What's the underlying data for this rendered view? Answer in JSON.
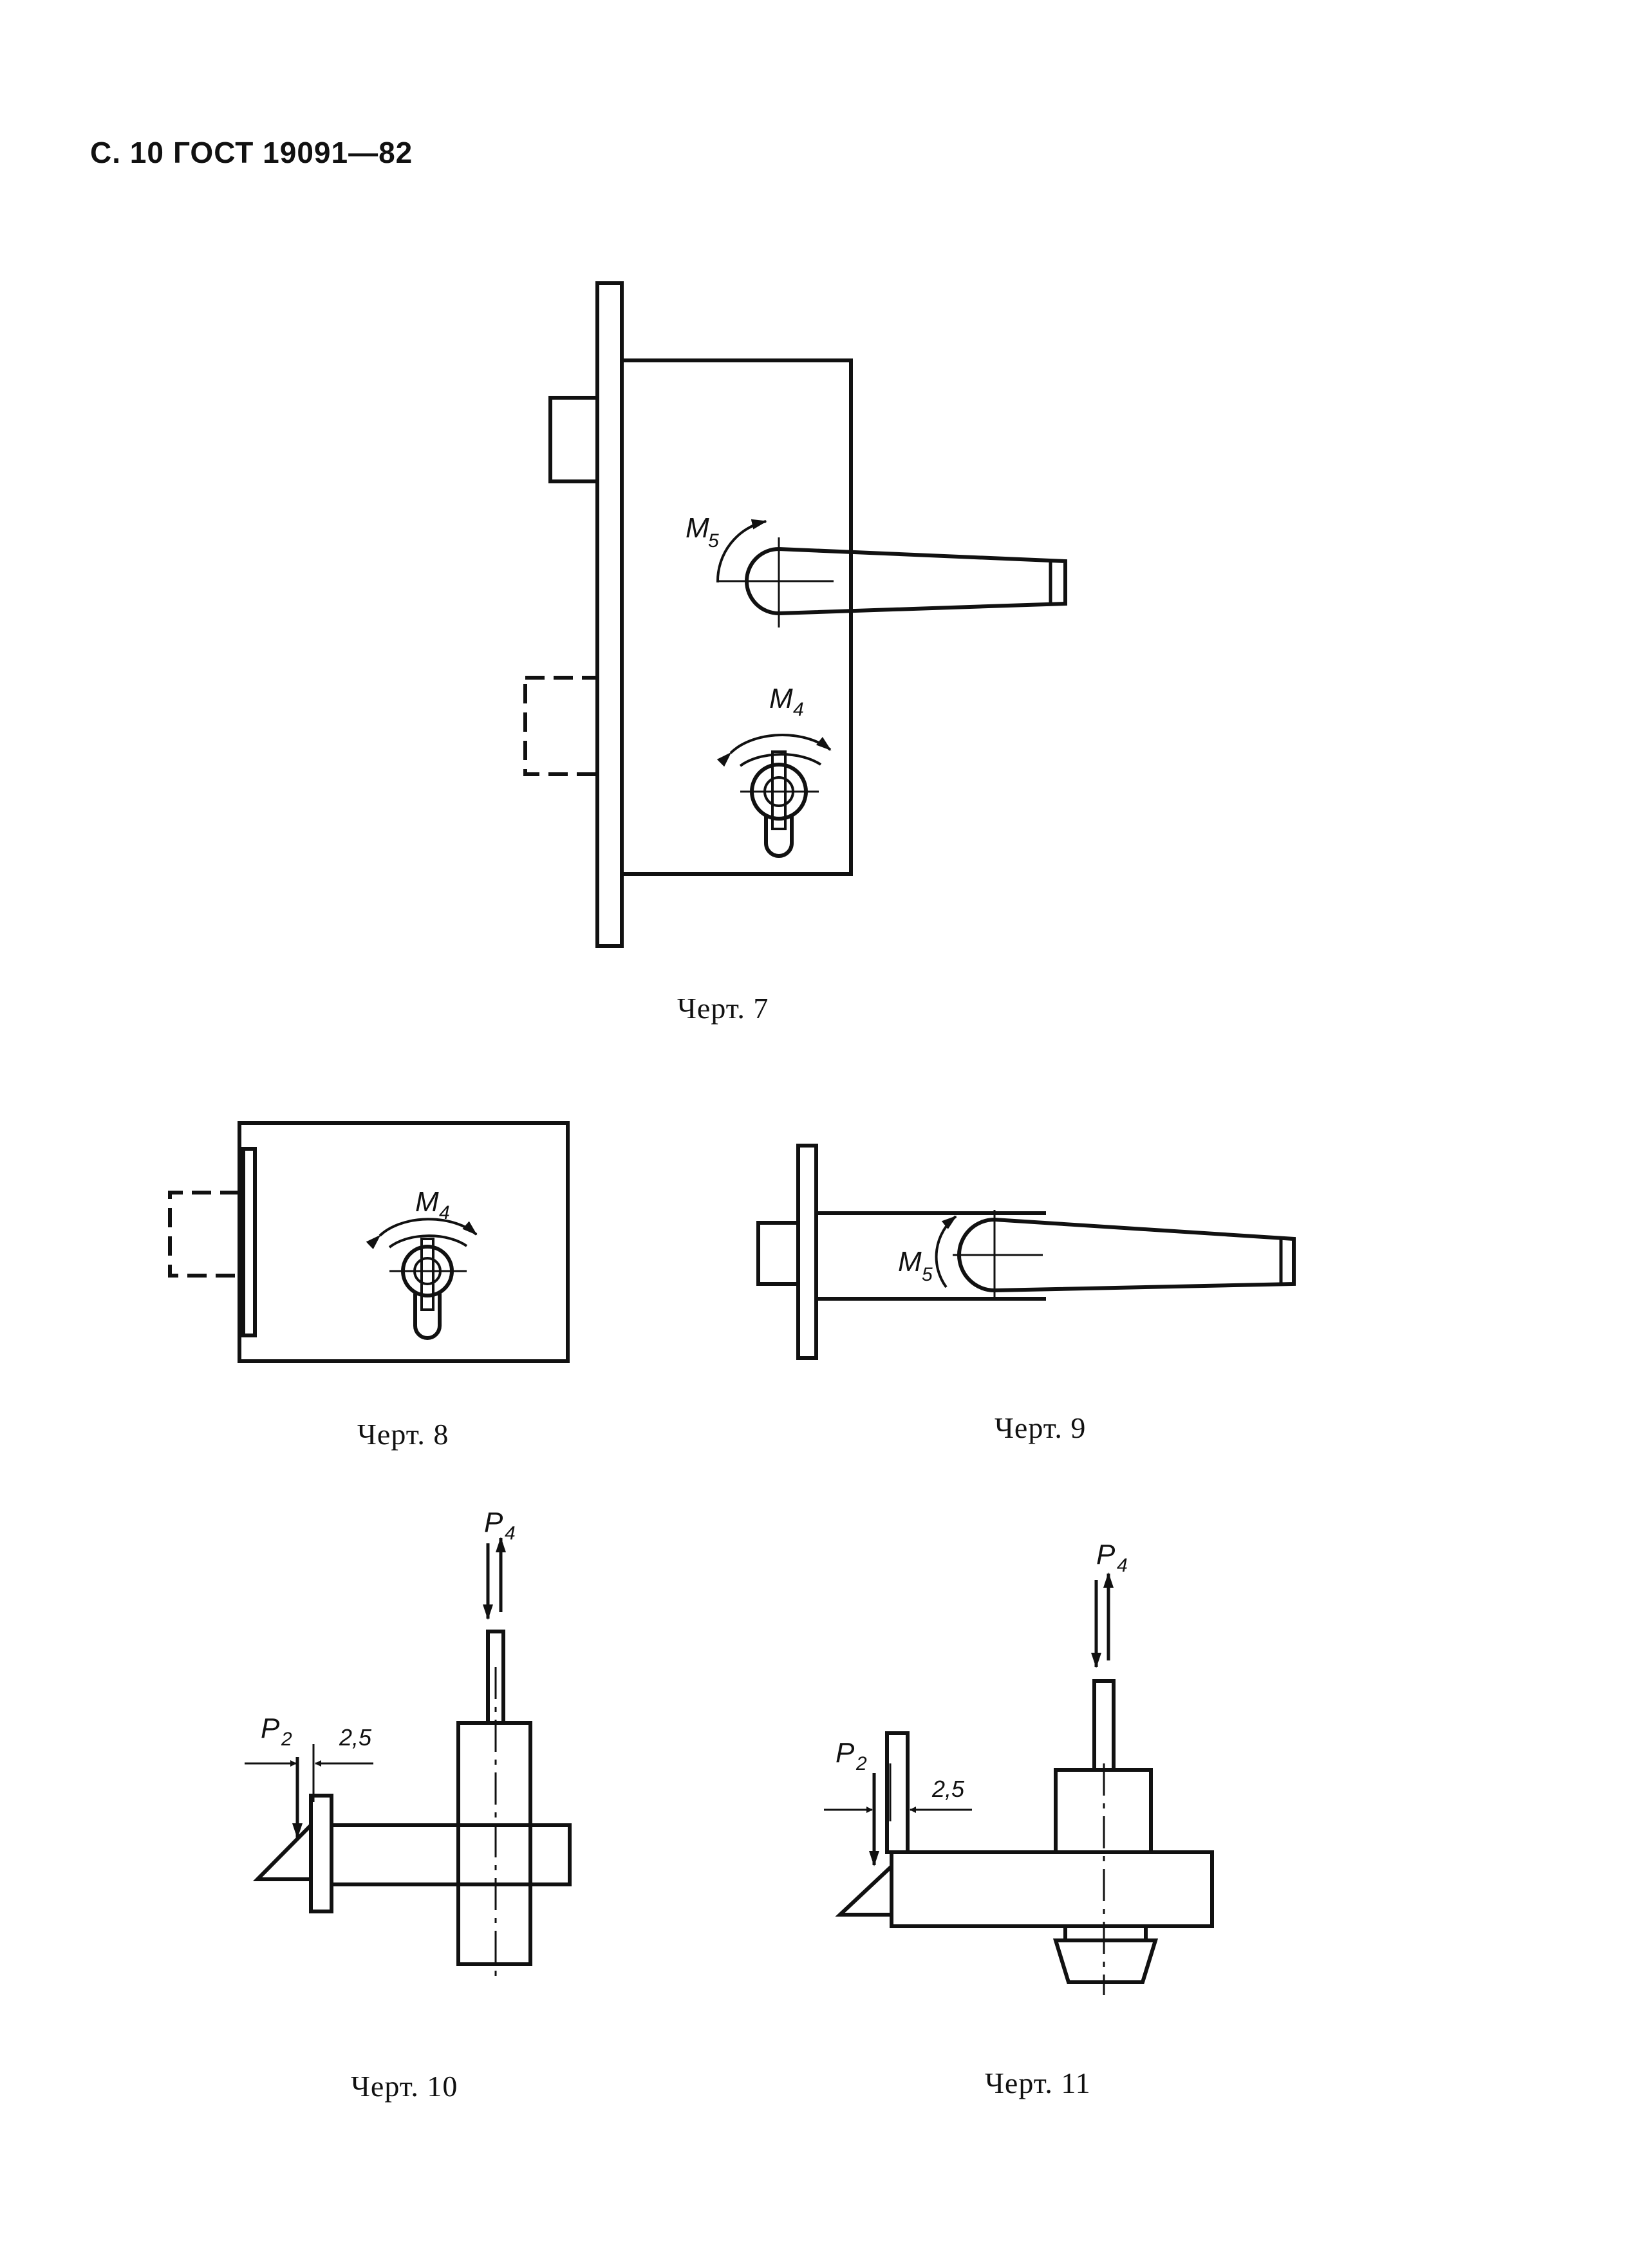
{
  "header": {
    "page_label": "С. 10",
    "standard": "ГОСТ 19091—82"
  },
  "figures": {
    "fig7": {
      "caption": "Черт. 7",
      "moment_top": "M",
      "moment_top_sub": "5",
      "moment_bottom": "M",
      "moment_bottom_sub": "4"
    },
    "fig8": {
      "caption": "Черт. 8",
      "moment": "M",
      "moment_sub": "4"
    },
    "fig9": {
      "caption": "Черт. 9",
      "moment": "M",
      "moment_sub": "5"
    },
    "fig10": {
      "caption": "Черт. 10",
      "force_top": "P",
      "force_top_sub": "4",
      "force_side": "P",
      "force_side_sub": "2",
      "dimension": "2,5"
    },
    "fig11": {
      "caption": "Черт. 11",
      "force_top": "P",
      "force_top_sub": "4",
      "force_side": "P",
      "force_side_sub": "2",
      "dimension": "2,5"
    }
  },
  "colors": {
    "ink": "#111111",
    "paper": "#ffffff"
  }
}
